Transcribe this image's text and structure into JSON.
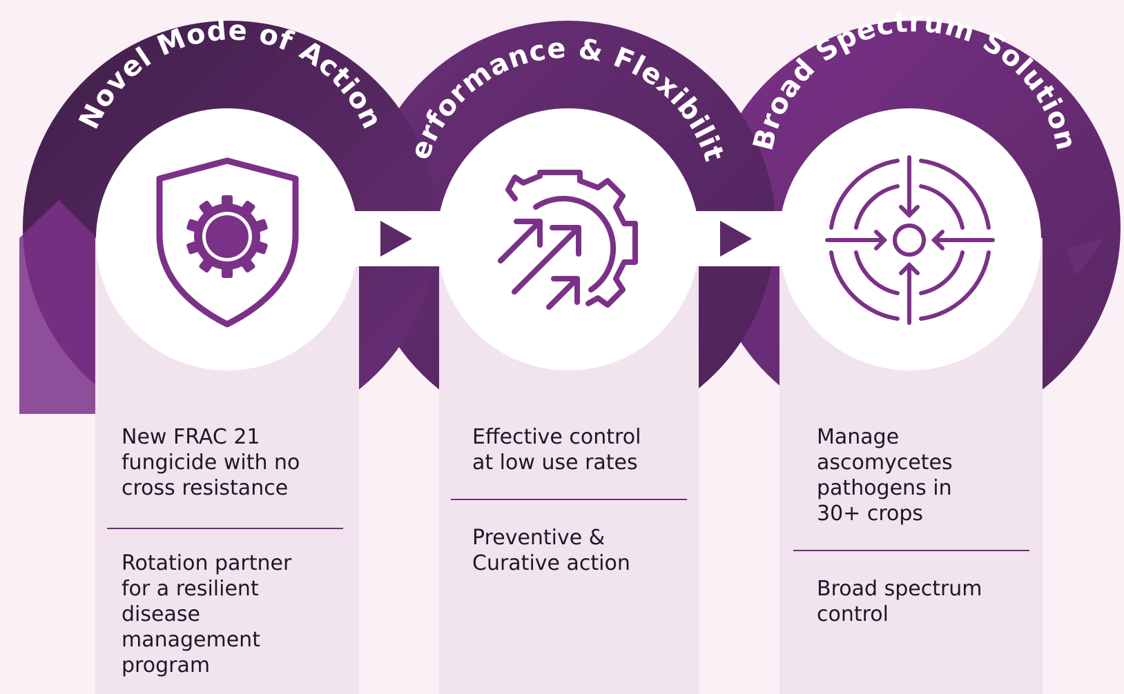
{
  "colors": {
    "background": "#fbf0f6",
    "panel": "#f1e4ee",
    "purple_dark": "#4a2453",
    "purple_mid": "#6b2e79",
    "purple_main": "#7b3188",
    "icon": "#7b3188",
    "divider": "#6b2e79",
    "text": "#1f1626"
  },
  "columns": [
    {
      "title": "Novel Mode of Action",
      "icon": "shield-gear-icon",
      "points": [
        [
          "New FRAC 21",
          "fungicide with no",
          "cross resistance"
        ],
        [
          "Rotation partner",
          "for a resilient",
          "disease",
          "management",
          "program"
        ]
      ]
    },
    {
      "title": "Performance & Flexibility",
      "icon": "gear-arrows-icon",
      "points": [
        [
          "Effective control",
          "at low use rates"
        ],
        [
          "Preventive &",
          "Curative action"
        ]
      ]
    },
    {
      "title": "Broad Spectrum Solution",
      "icon": "target-icon",
      "points": [
        [
          "Manage",
          "ascomycetes",
          "pathogens in",
          "30+ crops"
        ],
        [
          "Broad spectrum",
          "control"
        ]
      ]
    }
  ]
}
